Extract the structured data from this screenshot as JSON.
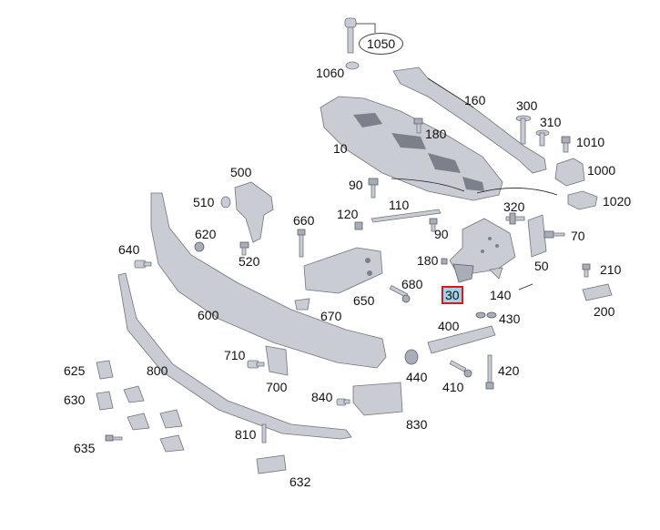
{
  "diagram": {
    "accent_color": "#e0161b",
    "selected_fill": "#9fd3e8",
    "selected_label": "30",
    "labels": {
      "l1050": "1050",
      "l1060": "1060",
      "l160": "160",
      "l300": "300",
      "l310": "310",
      "l180": "180",
      "l10": "10",
      "l1010": "1010",
      "l1000": "1000",
      "l90a": "90",
      "l1020": "1020",
      "l500": "500",
      "l510": "510",
      "l110": "110",
      "l320": "320",
      "l660": "660",
      "l120": "120",
      "l620": "620",
      "l90b": "90",
      "l70": "70",
      "l640": "640",
      "l520": "520",
      "l180b": "180",
      "l50": "50",
      "l210": "210",
      "l680": "680",
      "l30": "30",
      "l140": "140",
      "l650": "650",
      "l200": "200",
      "l600": "600",
      "l670": "670",
      "l400": "400",
      "l430": "430",
      "l710": "710",
      "l625": "625",
      "l800": "800",
      "l440": "440",
      "l420": "420",
      "l700": "700",
      "l630": "630",
      "l410": "410",
      "l840": "840",
      "l830": "830",
      "l810": "810",
      "l635": "635",
      "l632": "632"
    }
  }
}
